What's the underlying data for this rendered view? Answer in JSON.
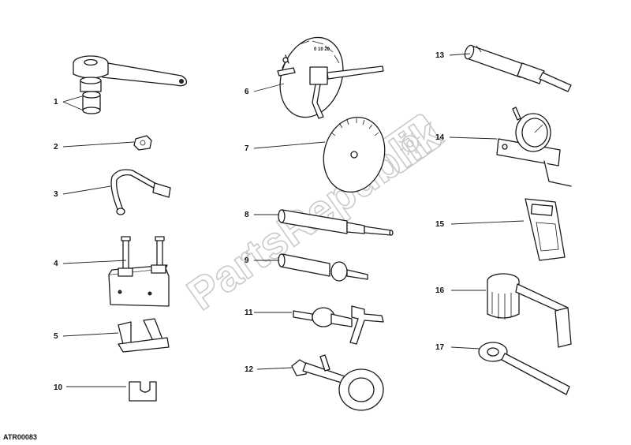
{
  "callouts": [
    {
      "id": "1",
      "label": "1"
    },
    {
      "id": "2",
      "label": "2"
    },
    {
      "id": "3",
      "label": "3"
    },
    {
      "id": "4",
      "label": "4"
    },
    {
      "id": "5",
      "label": "5"
    },
    {
      "id": "6",
      "label": "6"
    },
    {
      "id": "7",
      "label": "7"
    },
    {
      "id": "8",
      "label": "8"
    },
    {
      "id": "9",
      "label": "9"
    },
    {
      "id": "10",
      "label": "10"
    },
    {
      "id": "11",
      "label": "11"
    },
    {
      "id": "12",
      "label": "12"
    },
    {
      "id": "13",
      "label": "13"
    },
    {
      "id": "14",
      "label": "14"
    },
    {
      "id": "15",
      "label": "15"
    },
    {
      "id": "16",
      "label": "16"
    },
    {
      "id": "17",
      "label": "17"
    }
  ],
  "reference_code": "ATR00083",
  "watermark": "PartsRepublik",
  "colors": {
    "line": "#1a1a1a",
    "watermark": "#c9c9c9",
    "background": "#ffffff"
  }
}
